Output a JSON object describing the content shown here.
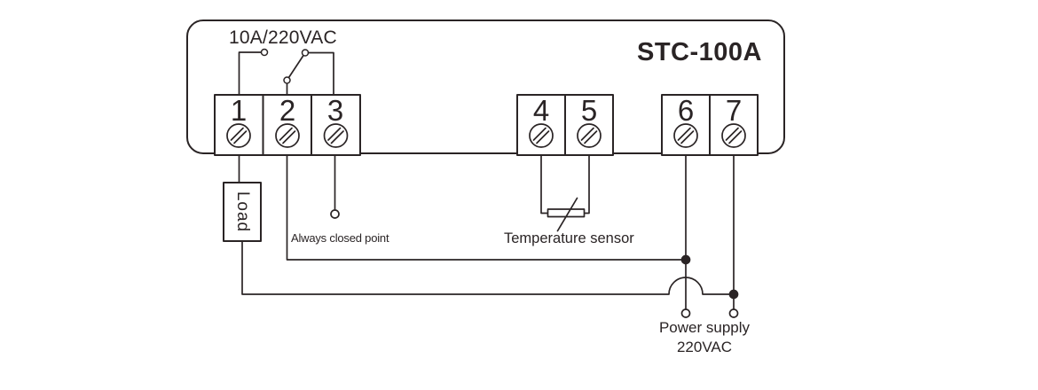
{
  "device": {
    "title": "STC-100A",
    "relay_rating": "10A/220VAC"
  },
  "terminals": [
    {
      "id": "1"
    },
    {
      "id": "2"
    },
    {
      "id": "3"
    },
    {
      "id": "4"
    },
    {
      "id": "5"
    },
    {
      "id": "6"
    },
    {
      "id": "7"
    }
  ],
  "labels": {
    "load": "Load",
    "always_closed_point": "Always closed point",
    "temperature_sensor": "Temperature sensor",
    "power_supply": "Power supply",
    "power_supply_voltage": "220VAC"
  },
  "icons": {
    "screw-terminal": "hatched-circle",
    "relay-contact": "hollow-dot",
    "open-terminal": "hollow-dot",
    "junction-dot": "filled-dot",
    "thermistor": "rect-with-diagonal-strike",
    "wire-hop": "semicircle-bridge"
  },
  "colors": {
    "line": "#2a2425",
    "background": "#ffffff"
  }
}
